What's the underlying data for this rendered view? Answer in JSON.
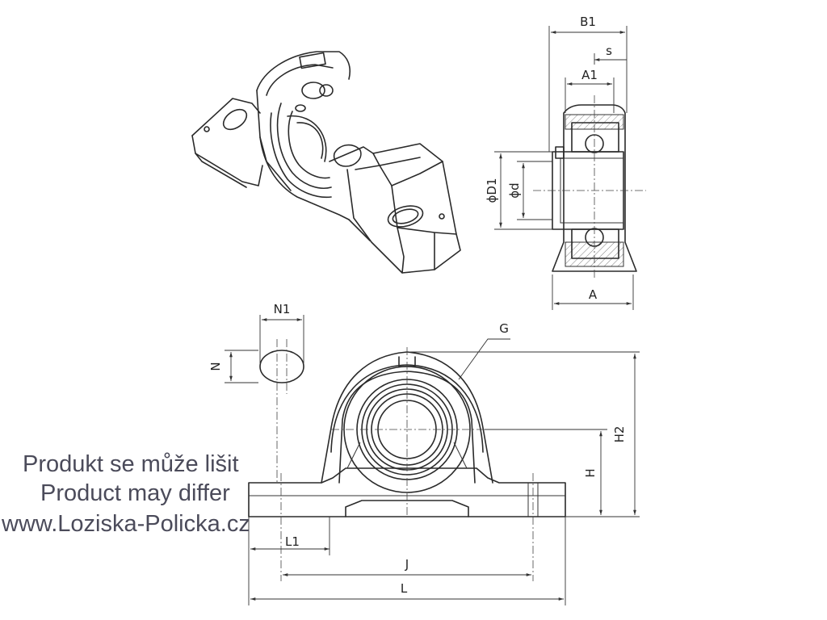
{
  "dimensions": {
    "b1": "B1",
    "s": "s",
    "a1": "A1",
    "d1": "ϕD1",
    "d": "ϕd",
    "a": "A",
    "n1": "N1",
    "n": "N",
    "g": "G",
    "h2": "H2",
    "h": "H",
    "l1": "L1",
    "j": "J",
    "l": "L"
  },
  "watermark": {
    "line1": "Produkt se může lišit",
    "line2": "Product may differ",
    "line3": "www.Loziska-Policka.cz"
  }
}
